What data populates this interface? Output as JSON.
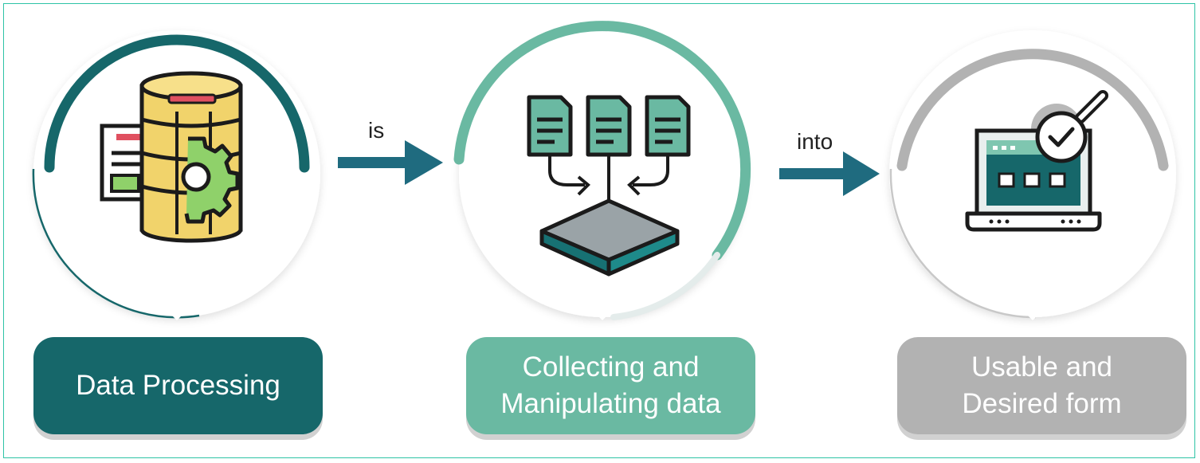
{
  "steps": [
    {
      "label": "Data Processing",
      "color": "#16676a",
      "icon": "database-gear-document-icon"
    },
    {
      "label": "Collecting and\nManipulating data",
      "color": "#6ab9a2",
      "icon": "documents-into-box-icon"
    },
    {
      "label": "Usable and\nDesired form",
      "color": "#b2b2b2",
      "icon": "laptop-magnifier-check-icon"
    }
  ],
  "connectors": [
    {
      "label": "is"
    },
    {
      "label": "into"
    }
  ],
  "colors": {
    "dark_teal": "#16676a",
    "light_teal": "#6ab9a2",
    "grey": "#b2b2b2",
    "arrow": "#1f6b7f",
    "frame": "#2ec4a6"
  }
}
